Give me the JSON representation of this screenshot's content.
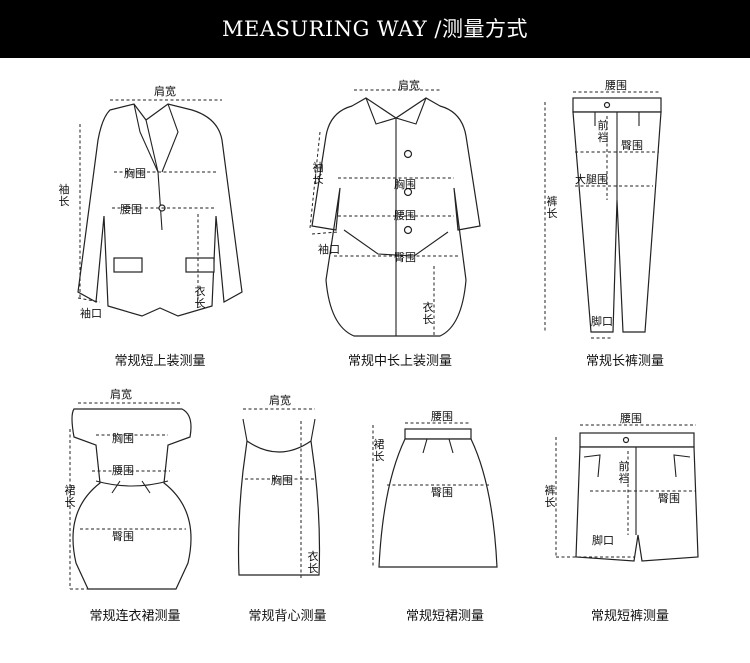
{
  "header": {
    "title": "MEASURING WAY /测量方式"
  },
  "items": [
    {
      "caption": "常规短上装测量",
      "labels": {
        "shoulder": "肩宽",
        "chest": "胸围",
        "waist": "腰围",
        "sleeve_length": "袖长",
        "cuff": "袖口",
        "body_length": "衣长"
      }
    },
    {
      "caption": "常规中长上装测量",
      "labels": {
        "shoulder": "肩宽",
        "chest": "胸围",
        "waist": "腰围",
        "hip": "臀围",
        "sleeve_length": "袖长",
        "cuff": "袖口",
        "body_length": "衣长"
      }
    },
    {
      "caption": "常规长裤测量",
      "labels": {
        "waist": "腰围",
        "rise": "前裆",
        "hip": "臀围",
        "thigh": "大腿围",
        "length": "裤长",
        "hem": "脚口"
      }
    },
    {
      "caption": "常规连衣裙测量",
      "labels": {
        "shoulder": "肩宽",
        "chest": "胸围",
        "waist": "腰围",
        "hip": "臀围",
        "length": "裙长"
      }
    },
    {
      "caption": "常规背心测量",
      "labels": {
        "shoulder": "肩宽",
        "chest": "胸围",
        "body_length": "衣长"
      }
    },
    {
      "caption": "常规短裙测量",
      "labels": {
        "waist": "腰围",
        "hip": "臀围",
        "length": "裙长"
      }
    },
    {
      "caption": "常规短裤测量",
      "labels": {
        "waist": "腰围",
        "rise": "前裆",
        "hip": "臀围",
        "length": "裤长",
        "hem": "脚口"
      }
    }
  ]
}
